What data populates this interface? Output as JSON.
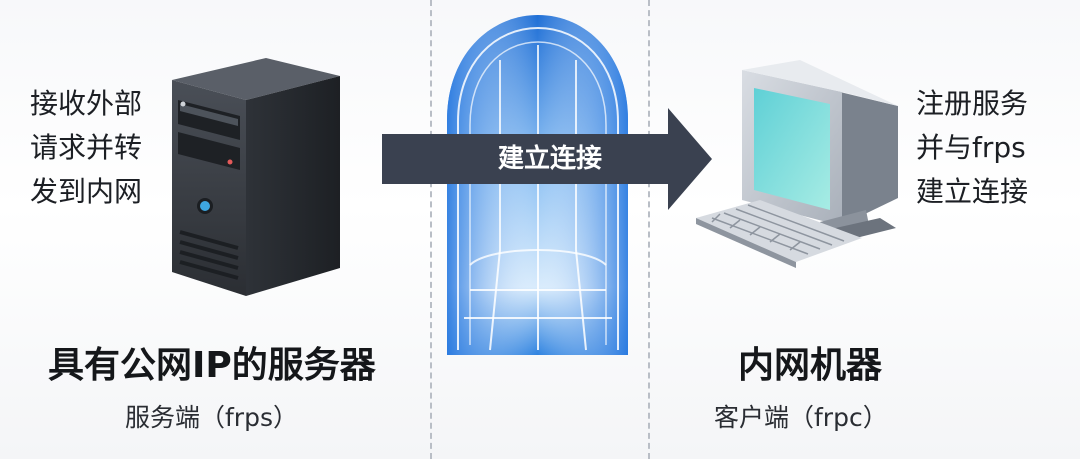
{
  "server": {
    "description_lines": [
      "接收外部",
      "请求并转",
      "发到内网"
    ],
    "title": "具有公网IP的服务器",
    "subtitle": "服务端（frps）"
  },
  "tunnel": {
    "arrow_label": "建立连接"
  },
  "client": {
    "description_lines": [
      "注册服务",
      "并与frps",
      "建立连接"
    ],
    "title": "内网机器",
    "subtitle": "客户端（frpc）"
  },
  "icons": {
    "server": "server-tower-icon",
    "client": "desktop-computer-icon",
    "tunnel": "tunnel-icon"
  },
  "colors": {
    "arrow": "#3a4150",
    "tunnel_blue": "#3f8ee8",
    "server_body": "#3b3f46",
    "screen": "#6fd6d8"
  }
}
